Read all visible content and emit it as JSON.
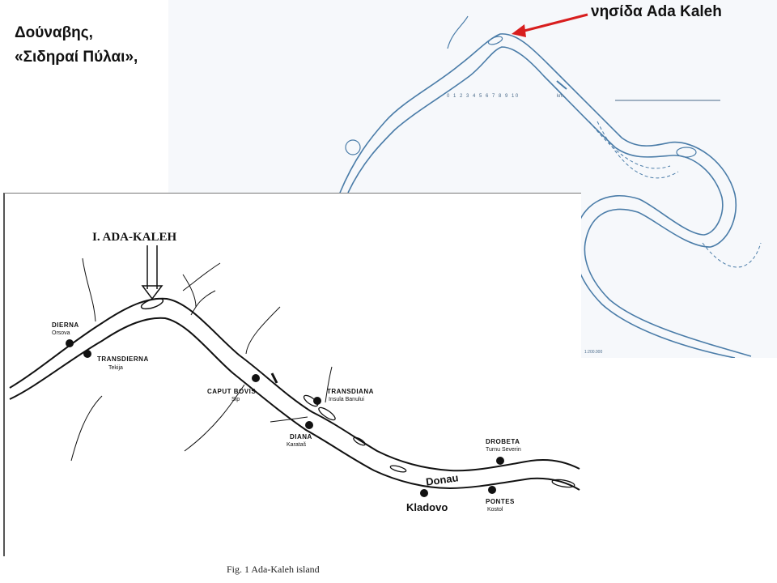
{
  "slide": {
    "title_line1": "Δούναβης,",
    "title_line2": "«Σιδηραί Πύλαι»,",
    "callout": "νησίδα Ada Kaleh",
    "accent_arrow_color": "#d81e1e"
  },
  "upper_map": {
    "scale_ticks": "0 1 2 3 4 5 6 7 8 9 10",
    "scale_unit": "km",
    "corner_note": "1:200.000"
  },
  "lower_map": {
    "arrow_label": "I. ADA-KALEH",
    "river_label": "Donau",
    "sites": [
      {
        "name": "DIERNA",
        "subname": "Orsova"
      },
      {
        "name": "TRANSDIERNA",
        "subname": "Tekija"
      },
      {
        "name": "CAPUT BOVIS",
        "subname": "Sip"
      },
      {
        "name": "TRANSDIANA",
        "subname": "Insula Banului"
      },
      {
        "name": "DIANA",
        "subname": "Karataš"
      },
      {
        "name": "DROBETA",
        "subname": "Turnu Severin"
      },
      {
        "name": "PONTES",
        "subname": "Kostol"
      }
    ],
    "town": "Kladovo",
    "caption": "Fig. 1 Ada-Kaleh island"
  }
}
